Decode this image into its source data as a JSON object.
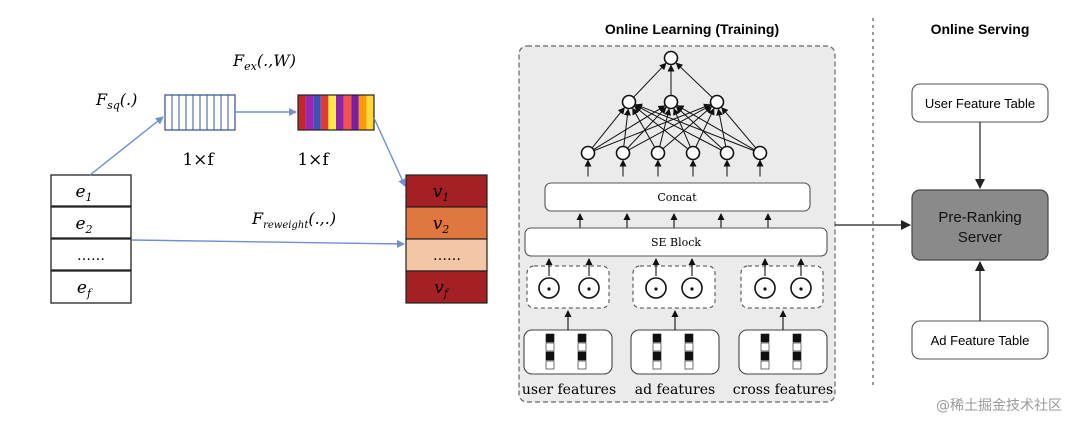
{
  "se_block_diagram": {
    "embeddings": [
      "e",
      "e",
      "……",
      "e"
    ],
    "embedding_subscripts": [
      "1",
      "2",
      "",
      "f"
    ],
    "outputs": [
      "v",
      "v",
      "……",
      "v"
    ],
    "output_subscripts": [
      "1",
      "2",
      "",
      "f"
    ],
    "squeeze": {
      "fn": "F",
      "sub": "sq",
      "args": "(.)"
    },
    "excitation": {
      "fn": "F",
      "sub": "ex",
      "args": "(.,W)"
    },
    "reweight": {
      "fn": "F",
      "sub": "reweight",
      "args": "(.,.)"
    },
    "squeeze_dim": "1×f",
    "excite_dim": "1×f",
    "colors": {
      "output_dark": "#a52024",
      "output_mid": "#e0773f",
      "output_light": "#f3c7a6",
      "excite_bar": [
        "#c62828",
        "#9c27b0",
        "#3f51b5",
        "#e53935",
        "#ffeb3b",
        "#8e24aa",
        "#ef5350",
        "#7b1fa2",
        "#ff9800",
        "#fdd835"
      ]
    }
  },
  "training": {
    "title": "Online Learning (Training)",
    "concat_label": "Concat",
    "se_block_label": "SE Block",
    "feature_groups": [
      "user features",
      "ad features",
      "cross features"
    ],
    "dot_symbol": "·"
  },
  "serving": {
    "title": "Online Serving",
    "user_table": "User Feature Table",
    "server_label_1": "Pre-Ranking",
    "server_label_2": "Server",
    "ad_table": "Ad Feature Table"
  },
  "watermark": "@稀土掘金技术社区"
}
